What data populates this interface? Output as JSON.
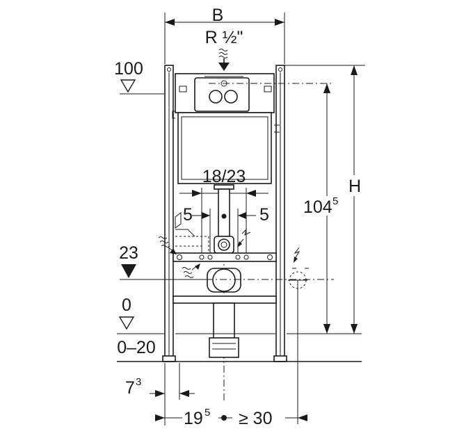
{
  "labels": {
    "width_b": "B",
    "supply": "R ½\"",
    "height_h": "H",
    "level_100": "100",
    "level_23": "23",
    "level_0": "0",
    "range_0_20": "0–20",
    "spacing_18_23": "18/23",
    "offset_left_5": "5",
    "offset_right_5": "5",
    "height_104_base": "104",
    "height_104_sup": "5",
    "dim_7_base": "7",
    "dim_7_sup": "3",
    "dim_19_base": "19",
    "dim_19_sup": "5",
    "dim_ge30": "≥ 30"
  },
  "icons": [
    "water-supply-icon",
    "electrical-outlet-icon",
    "drain-pipe-icon",
    "level-marker-icon"
  ]
}
